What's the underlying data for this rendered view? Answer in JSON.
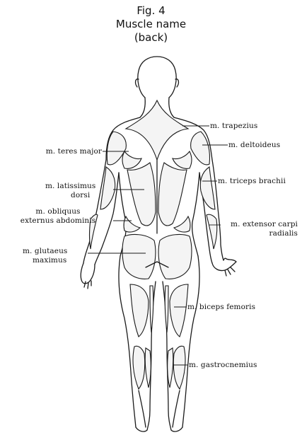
{
  "figure": {
    "number": "Fig. 4",
    "caption": "Muscle name",
    "view": "(back)"
  },
  "labels": {
    "trapezius": "m. trapezius",
    "deltoideus": "m. deltoideus",
    "teres_major": "m. teres major",
    "latissimus_line1": "m. latissimus",
    "latissimus_line2": "dorsi",
    "triceps": "m. triceps brachii",
    "obliquus_line1": "m. obliquus",
    "obliquus_line2": "externus abdominis",
    "extensor_line1": "m. extensor carpi",
    "extensor_line2": "radialis",
    "glutaeus_line1": "m. glutaeus",
    "glutaeus_line2": "maximus",
    "biceps_femoris": "m. biceps femoris",
    "gastrocnemius": "m. gastrocnemius"
  }
}
